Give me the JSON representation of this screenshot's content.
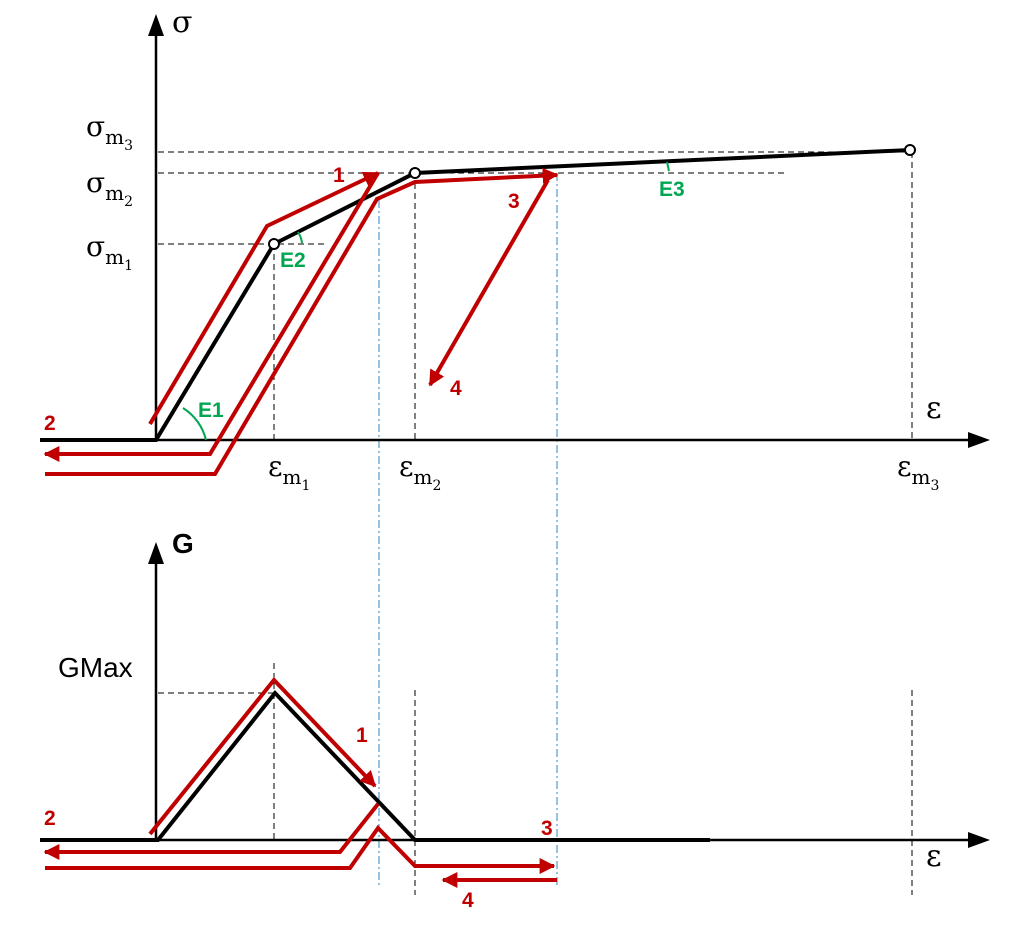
{
  "colors": {
    "axis": "#000000",
    "curve": "#000000",
    "path": "#c00000",
    "modulus": "#00a651",
    "guide": "#000000",
    "vertical_guide": "#2e86c1"
  },
  "top": {
    "y_axis": {
      "symbol": "σ"
    },
    "x_axis": {
      "symbol": "ε"
    },
    "y_ticks": [
      {
        "base": "σ",
        "sub": "m",
        "subsub": "3"
      },
      {
        "base": "σ",
        "sub": "m",
        "subsub": "2"
      },
      {
        "base": "σ",
        "sub": "m",
        "subsub": "1"
      }
    ],
    "x_ticks": [
      {
        "base": "ε",
        "sub": "m",
        "subsub": "1"
      },
      {
        "base": "ε",
        "sub": "m",
        "subsub": "2"
      },
      {
        "base": "ε",
        "sub": "m",
        "subsub": "3"
      }
    ],
    "moduli": [
      "E1",
      "E2",
      "E3"
    ],
    "path_labels": [
      "1",
      "2",
      "3",
      "4"
    ]
  },
  "bottom": {
    "y_axis": {
      "symbol": "G"
    },
    "x_axis": {
      "symbol": "ε"
    },
    "y_tick": "GMax",
    "path_labels": [
      "1",
      "2",
      "3",
      "4"
    ]
  }
}
